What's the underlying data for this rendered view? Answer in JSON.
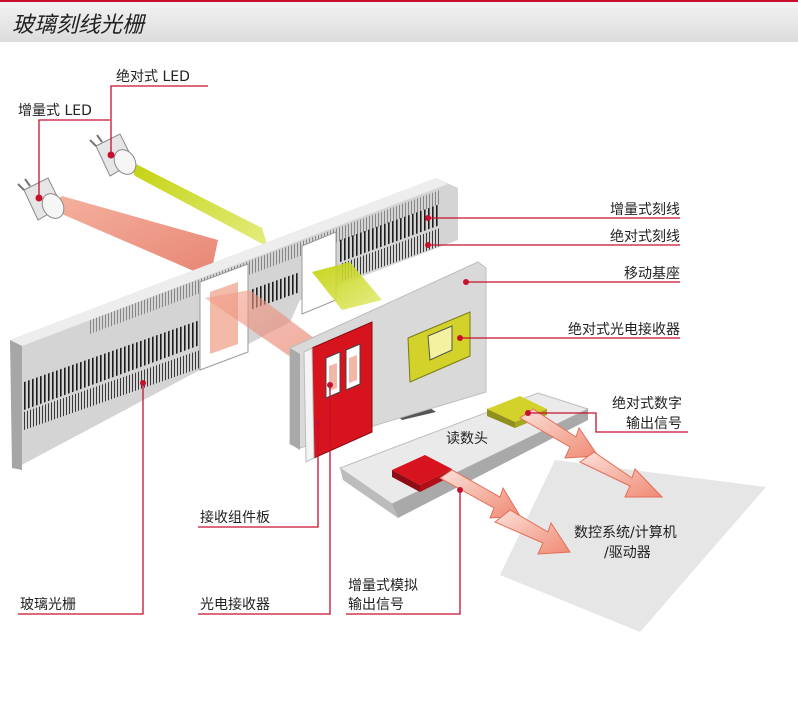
{
  "title": "玻璃刻线光栅",
  "labels": {
    "led_absolute": "绝对式 LED",
    "led_incremental": "增量式 LED",
    "incremental_lines": "增量式刻线",
    "absolute_lines": "绝对式刻线",
    "moving_base": "移动基座",
    "absolute_receiver": "绝对式光电接收器",
    "absolute_digital_line1": "绝对式数字",
    "absolute_digital_line2": "输出信号",
    "read_head": "读数头",
    "cnc_line1": "数控系统/计算机",
    "cnc_line2": "/驱动器",
    "receiver_board": "接收组件板",
    "glass_grating": "玻璃光栅",
    "photo_receiver": "光电接收器",
    "incremental_analog_line1": "增量式模拟",
    "incremental_analog_line2": "输出信号"
  },
  "colors": {
    "accent": "#c8102e",
    "led_beam_yellow": "#c8d400",
    "led_beam_red": "#e8836a",
    "board_red": "#d7141e",
    "yellow_sensor": "#d2d22a",
    "scale_gray": "#d8d8d8"
  }
}
